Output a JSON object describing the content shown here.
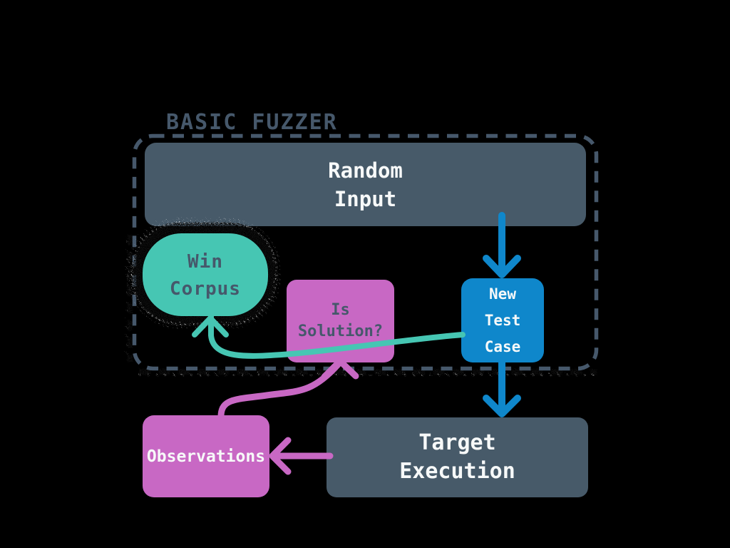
{
  "diagram": {
    "title": "BASIC FUZZER",
    "type": "flowchart",
    "background": "#000000"
  },
  "colors": {
    "slate": "#475a69",
    "dash_and_title": "#46586b",
    "teal": "#46c6b3",
    "magenta": "#c868c4",
    "blue": "#0f87cb",
    "text_light": "#f7f9f9",
    "text_dark": "#46586b",
    "sketch_halo": "#0a0a0a",
    "sketch_speckle": "#ffffff"
  },
  "boxes": {
    "random_input": {
      "lines": [
        "Random",
        "Input"
      ],
      "fill": "#475a69",
      "shape": "rounded-rect"
    },
    "win_corpus": {
      "lines": [
        "Win",
        "Corpus"
      ],
      "fill": "#46c6b3",
      "shape": "stadium-sketchy"
    },
    "is_solution": {
      "lines": [
        "Is",
        "Solution?"
      ],
      "fill": "#c868c4",
      "shape": "rounded-rect"
    },
    "new_test_case": {
      "lines": [
        "New",
        "Test",
        "Case"
      ],
      "fill": "#0f87cb",
      "shape": "rounded-rect"
    },
    "target_execution": {
      "lines": [
        "Target",
        "Execution"
      ],
      "fill": "#475a69",
      "shape": "rounded-rect"
    },
    "observations": {
      "lines": [
        "Observations"
      ],
      "fill": "#c868c4",
      "shape": "rounded-rect"
    }
  },
  "container": {
    "label": "BASIC FUZZER",
    "style": "dashed rounded border with sketchy fuzz on bottom and left edges",
    "contains": [
      "random_input",
      "win_corpus",
      "is_solution",
      "new_test_case"
    ]
  },
  "edges": [
    {
      "from": "random_input",
      "to": "new_test_case",
      "color": "#0f87cb",
      "style": "straight-down-chevron"
    },
    {
      "from": "new_test_case",
      "to": "target_execution",
      "color": "#0f87cb",
      "style": "straight-down-chevron"
    },
    {
      "from": "target_execution",
      "to": "observations",
      "color": "#c868c4",
      "style": "straight-left-chevron"
    },
    {
      "from": "observations",
      "to": "is_solution",
      "color": "#c868c4",
      "style": "s-curve-up-chevron"
    },
    {
      "from": "new_test_case",
      "to": "win_corpus",
      "color": "#46c6b3",
      "style": "curve-over-is-solution-up-chevron"
    }
  ]
}
